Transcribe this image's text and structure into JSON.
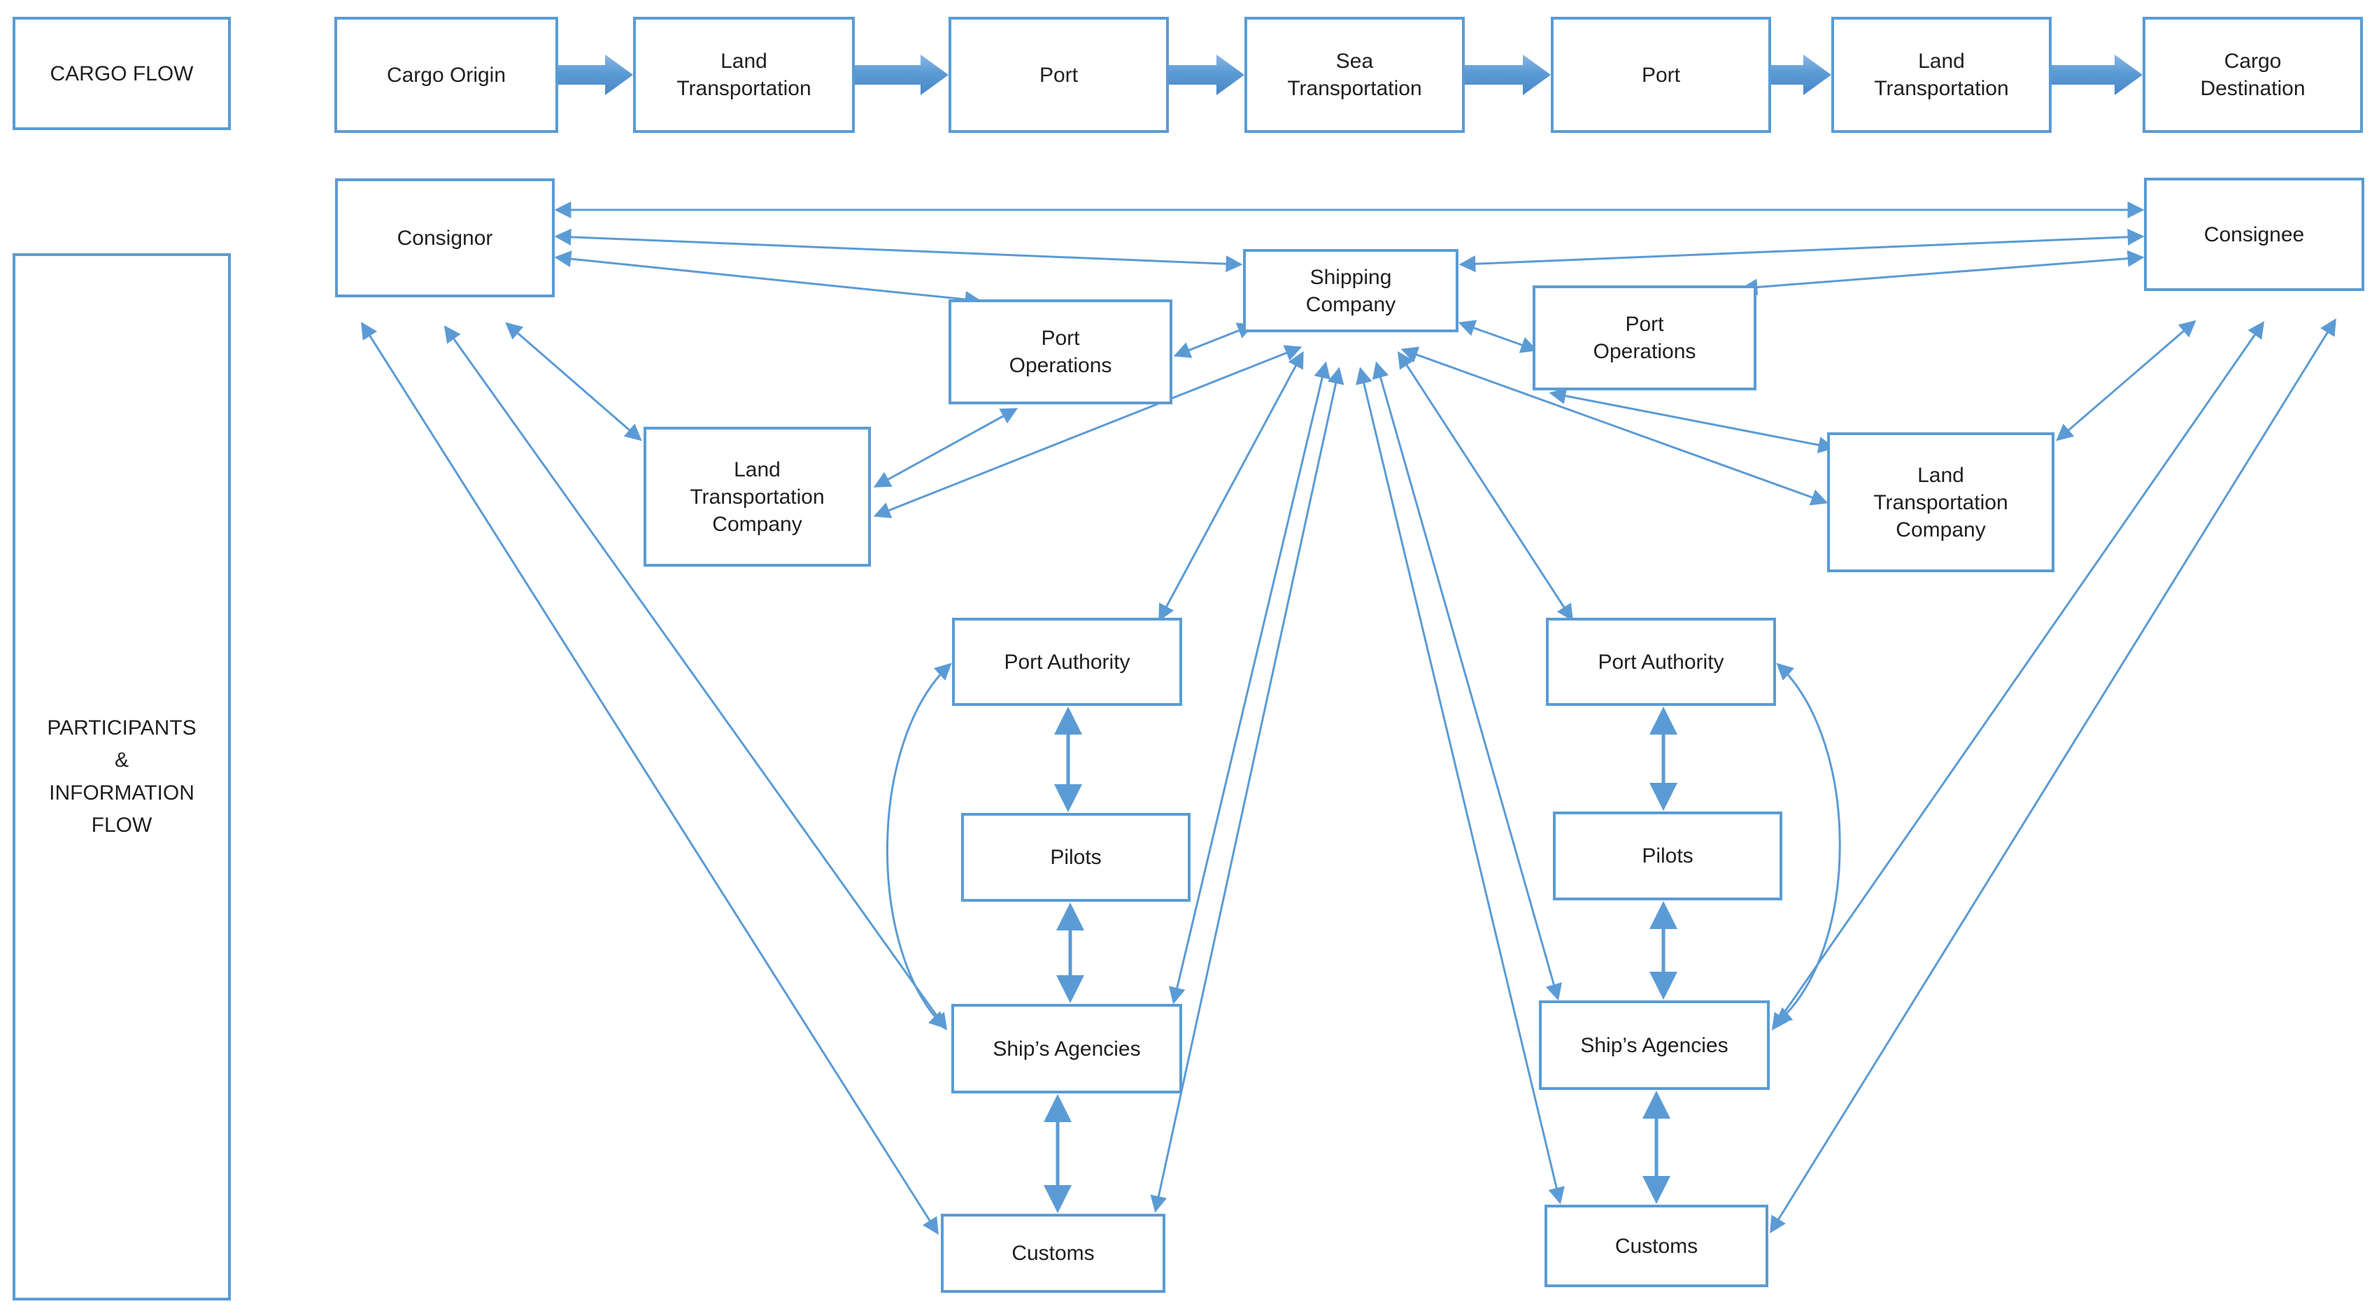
{
  "cargo_flow": {
    "label": "CARGO FLOW",
    "chain": [
      "Cargo Origin",
      "Land Transportation",
      "Port",
      "Sea Transportation",
      "Port",
      "Land Transportation",
      "Cargo Destination"
    ]
  },
  "participants": {
    "lines": [
      "PARTICIPANTS",
      "&",
      "INFORMATION",
      "FLOW"
    ]
  },
  "nodes": {
    "consignor": "Consignor",
    "consignee": "Consignee",
    "shipping_company": "Shipping Company",
    "port_operations_left": "Port Operations",
    "port_operations_right": "Port Operations",
    "land_transportation_company_left": "Land Transportation Company",
    "land_transportation_company_right": "Land Transportation Company",
    "port_authority_left": "Port Authority",
    "port_authority_right": "Port Authority",
    "pilots_left": "Pilots",
    "pilots_right": "Pilots",
    "ships_agencies_left": "Ship’s Agencies",
    "ships_agencies_right": "Ship’s Agencies",
    "customs_left": "Customs",
    "customs_right": "Customs"
  },
  "colors": {
    "accent": "#5B9BD5",
    "box_fill": "#FFFFFF",
    "text": "#1F1F1F"
  }
}
